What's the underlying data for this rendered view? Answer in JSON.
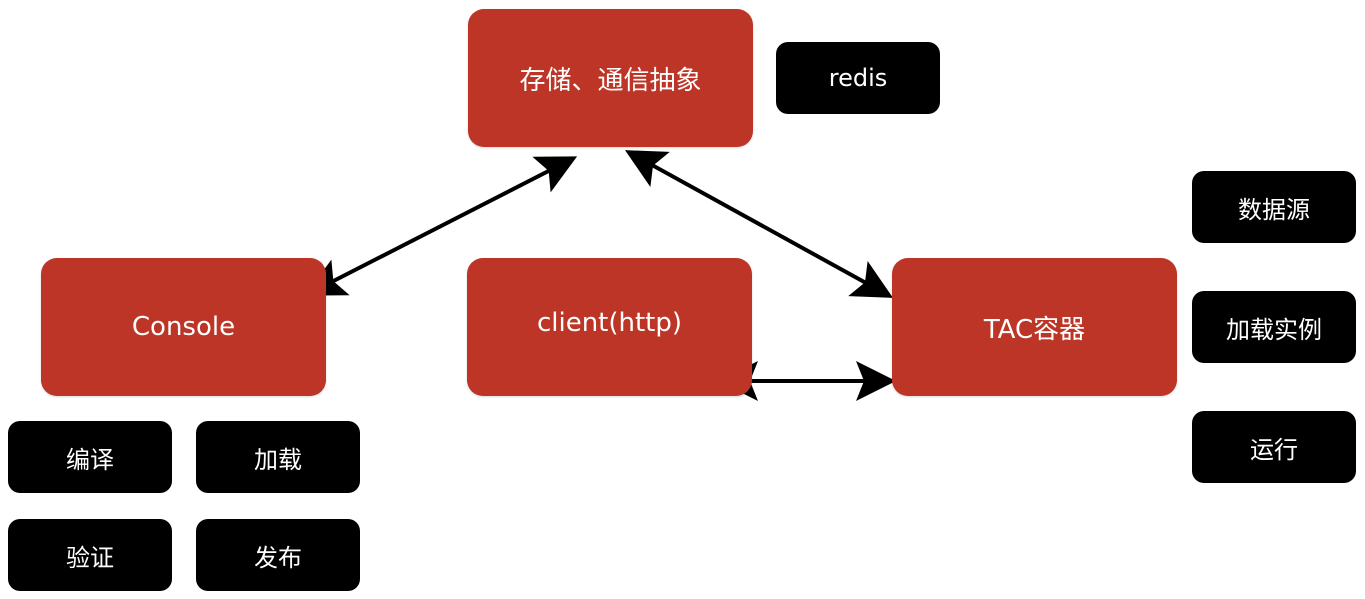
{
  "nodes": {
    "storage": "存储、通信抽象",
    "redis": "redis",
    "console": "Console",
    "client": "client(http)",
    "tac": "TAC容器",
    "datasource": "数据源",
    "load_instance": "加载实例",
    "run": "运行",
    "compile": "编译",
    "load": "加载",
    "verify": "验证",
    "publish": "发布"
  },
  "colors": {
    "primary_box": "#bc3526",
    "secondary_box": "#000000",
    "text": "#ffffff",
    "arrow": "#000000"
  }
}
